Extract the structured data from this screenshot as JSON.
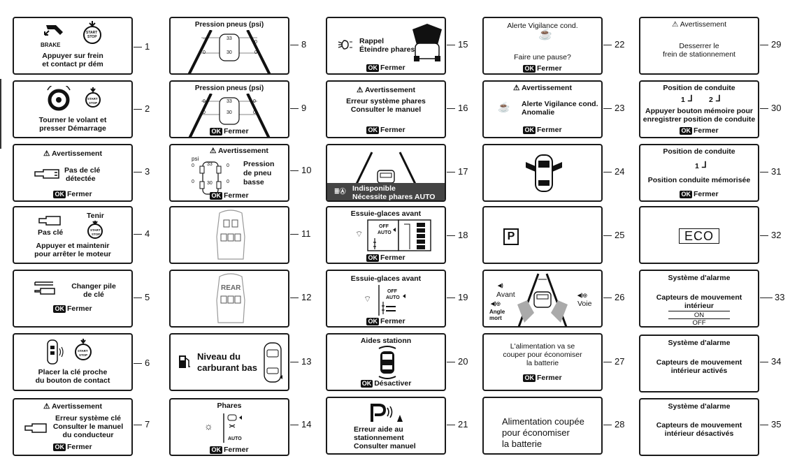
{
  "panels": {
    "p1": {
      "num": "1",
      "brake": "BRAKE",
      "start": "START",
      "stop": "STOP",
      "l1": "Appuyer sur frein",
      "l2": "et contact pr dém"
    },
    "p2": {
      "num": "2",
      "start": "START",
      "stop": "STOP",
      "l1": "Tourner le volant et",
      "l2": "presser Démarrage"
    },
    "p3": {
      "num": "3",
      "title": "Avertissement",
      "l1": "Pas de clé",
      "l2": "détectée",
      "ok": "OK",
      "close": "Fermer"
    },
    "p4": {
      "num": "4",
      "hold": "Tenir",
      "nokey": "Pas clé",
      "start": "START",
      "stop": "STOP",
      "l1": "Appuyer et maintenir",
      "l2": "pour arrêter le moteur"
    },
    "p5": {
      "num": "5",
      "l1": "Changer pile",
      "l2": "de clé",
      "ok": "OK",
      "close": "Fermer"
    },
    "p6": {
      "num": "6",
      "start": "START",
      "stop": "STOP",
      "l1": "Placer la clé proche",
      "l2": "du bouton de contact"
    },
    "p7": {
      "num": "7",
      "title": "Avertissement",
      "l1": "Erreur système clé",
      "l2": "Consulter le manuel",
      "l3": "du conducteur",
      "ok": "OK",
      "close": "Fermer"
    },
    "p8": {
      "num": "8",
      "title": "Pression pneus (psi)",
      "fl": "33",
      "rl": "30",
      "z1": "0",
      "z2": "0",
      "z3": "0",
      "dash": "---"
    },
    "p9": {
      "num": "9",
      "title": "Pression pneus (psi)",
      "fl": "33",
      "rl": "30",
      "z1": "0",
      "z2": "0",
      "z3": "0",
      "z4": "0",
      "ok": "OK",
      "close": "Fermer"
    },
    "p10": {
      "num": "10",
      "title": "Avertissement",
      "psi": "psi",
      "fl": "33",
      "rl": "30",
      "z1": "0",
      "z2": "0",
      "z3": "0",
      "z4": "0",
      "l1": "Pression",
      "l2": "de pneu",
      "l3": "basse",
      "ok": "OK",
      "close": "Fermer"
    },
    "p11": {
      "num": "11"
    },
    "p12": {
      "num": "12",
      "rear": "REAR"
    },
    "p13": {
      "num": "13",
      "l1": "Niveau du",
      "l2": "carburant bas"
    },
    "p14": {
      "num": "14",
      "title": "Phares",
      "auto": "AUTO",
      "ok": "OK",
      "close": "Fermer"
    },
    "p15": {
      "num": "15",
      "l1": "Rappel",
      "l2": "Éteindre phares",
      "ok": "OK",
      "close": "Fermer"
    },
    "p16": {
      "num": "16",
      "title": "Avertissement",
      "l1": "Erreur système phares",
      "l2": "Consulter le manuel",
      "ok": "OK",
      "close": "Fermer"
    },
    "p17": {
      "num": "17",
      "l1": "Indisponible",
      "l2": "Nécessite phares AUTO"
    },
    "p18": {
      "num": "18",
      "title": "Essuie-glaces avant",
      "off": "OFF",
      "auto": "AUTO",
      "ok": "OK",
      "close": "Fermer"
    },
    "p19": {
      "num": "19",
      "title": "Essuie-glaces avant",
      "off": "OFF",
      "auto": "AUTO",
      "ok": "OK",
      "close": "Fermer"
    },
    "p20": {
      "num": "20",
      "title": "Aides stationn",
      "ok": "OK",
      "close": "Désactiver"
    },
    "p21": {
      "num": "21",
      "l1": "Erreur aide au",
      "l2": "stationnement",
      "l3": "Consulter manuel"
    },
    "p22": {
      "num": "22",
      "title": "Alerte Vigilance cond.",
      "l1": "Faire une pause?",
      "ok": "OK",
      "close": "Fermer"
    },
    "p23": {
      "num": "23",
      "title": "Avertissement",
      "l1": "Alerte Vigilance cond.",
      "l2": "Anomalie",
      "ok": "OK",
      "close": "Fermer"
    },
    "p24": {
      "num": "24"
    },
    "p25": {
      "num": "25",
      "p": "P"
    },
    "p26": {
      "num": "26",
      "avant": "Avant",
      "voie": "Voie",
      "angle": "Angle",
      "mort": "mort"
    },
    "p27": {
      "num": "27",
      "l1": "L'alimentation va se",
      "l2": "couper pour économiser",
      "l3": "la batterie",
      "ok": "OK",
      "close": "Fermer"
    },
    "p28": {
      "num": "28",
      "l1": "Alimentation coupée",
      "l2": "pour économiser",
      "l3": "la batterie"
    },
    "p29": {
      "num": "29",
      "title": "Avertissement",
      "l1": "Desserrer le",
      "l2": "frein de stationnement"
    },
    "p30": {
      "num": "30",
      "title": "Position de conduite",
      "s1": "1",
      "s2": "2",
      "l1": "Appuyer bouton mémoire pour",
      "l2": "enregistrer position de conduite",
      "ok": "OK",
      "close": "Fermer"
    },
    "p31": {
      "num": "31",
      "title": "Position de conduite",
      "s1": "1",
      "l1": "Position conduite mémorisée",
      "ok": "OK",
      "close": "Fermer"
    },
    "p32": {
      "num": "32",
      "eco": "ECO"
    },
    "p33": {
      "num": "33",
      "title": "Système d'alarme",
      "l1": "Capteurs de mouvement",
      "l2": "intérieur",
      "on": "ON",
      "off": "OFF"
    },
    "p34": {
      "num": "34",
      "title": "Système d'alarme",
      "l1": "Capteurs de mouvement",
      "l2": "intérieur activés"
    },
    "p35": {
      "num": "35",
      "title": "Système d'alarme",
      "l1": "Capteurs de mouvement",
      "l2": "intérieur désactivés"
    }
  },
  "icons": [
    "brake-pedal-icon",
    "start-stop-icon",
    "steering-wheel-icon",
    "key-icon",
    "warning-triangle-icon",
    "key-fob-icon",
    "headlight-icon",
    "wiper-icon",
    "coffee-cup-icon",
    "fuel-pump-icon",
    "parking-icon",
    "seat-icon",
    "car-icon"
  ]
}
